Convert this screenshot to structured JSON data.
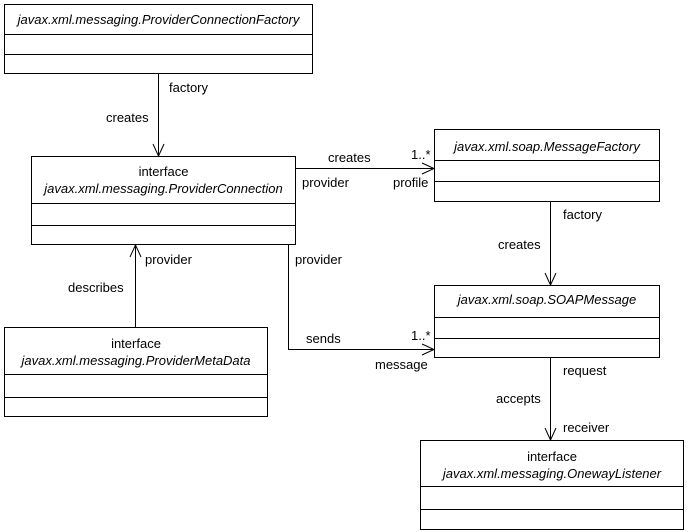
{
  "classes": {
    "provider_connection_factory": {
      "stereotype": "",
      "name": "javax.xml.messaging.ProviderConnectionFactory"
    },
    "provider_connection": {
      "stereotype": "interface",
      "name": "javax.xml.messaging.ProviderConnection"
    },
    "provider_meta_data": {
      "stereotype": "interface",
      "name": "javax.xml.messaging.ProviderMetaData"
    },
    "message_factory": {
      "stereotype": "",
      "name": "javax.xml.soap.MessageFactory"
    },
    "soap_message": {
      "stereotype": "",
      "name": "javax.xml.soap.SOAPMessage"
    },
    "oneway_listener": {
      "stereotype": "interface",
      "name": "javax.xml.messaging.OnewayListener"
    }
  },
  "associations": {
    "factory_creates": {
      "name": "creates",
      "target_role": "factory"
    },
    "meta_describes": {
      "name": "describes",
      "target_role": "provider"
    },
    "connection_creates": {
      "name": "creates",
      "source_role": "provider",
      "target_role": "profile",
      "multiplicity": "1..*"
    },
    "connection_sends": {
      "name": "sends",
      "source_role": "provider",
      "target_role": "message",
      "multiplicity": "1..*"
    },
    "messagefactory_creates": {
      "name": "creates",
      "target_role": "factory"
    },
    "listener_accepts": {
      "name": "accepts",
      "source_role": "request",
      "target_role": "receiver"
    }
  }
}
